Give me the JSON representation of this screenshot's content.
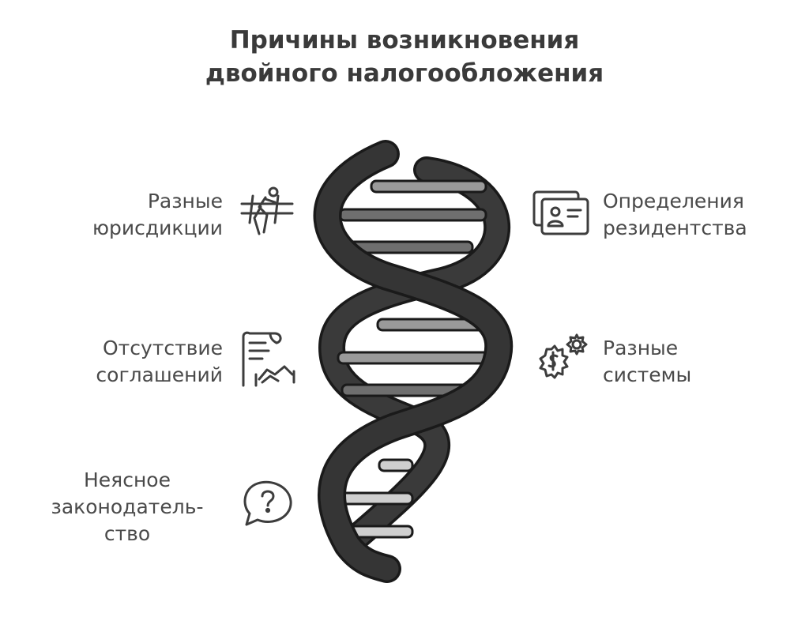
{
  "title": {
    "line1": "Причины возникновения",
    "line2": "двойного налогообложения"
  },
  "items": {
    "jurisdictions": {
      "line1": "Разные",
      "line2": "юрисдикции",
      "icon": "fence-jump-icon"
    },
    "residency": {
      "line1": "Определения",
      "line2": "резидентства",
      "icon": "id-card-icon"
    },
    "agreements": {
      "line1": "Отсутствие",
      "line2": "соглашений",
      "icon": "contract-handshake-icon"
    },
    "systems": {
      "line1": "Разные",
      "line2": "системы",
      "icon": "gear-dollar-icon"
    },
    "legislation": {
      "line1": "Неясное",
      "line2": "законодатель-",
      "line3": "ство",
      "icon": "question-bubble-icon"
    }
  },
  "colors": {
    "strand": "#333333",
    "rung_dark": "#6f6f6f",
    "rung_mid": "#9a9a9a",
    "rung_light": "#cfcfcf",
    "text": "#4a4a4a"
  }
}
